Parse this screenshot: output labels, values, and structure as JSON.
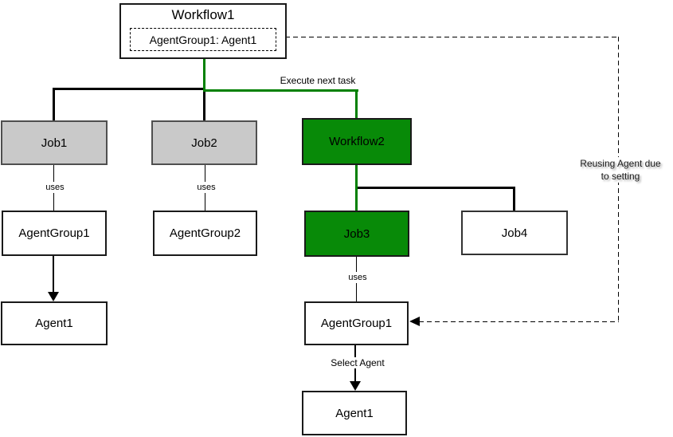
{
  "diagram": {
    "name": "workflow-agent-diagram"
  },
  "nodes": {
    "workflow1": {
      "label": "Workflow1"
    },
    "workflow1_agent": {
      "label": "AgentGroup1: Agent1"
    },
    "job1": {
      "label": "Job1"
    },
    "job2": {
      "label": "Job2"
    },
    "workflow2": {
      "label": "Workflow2"
    },
    "job3": {
      "label": "Job3"
    },
    "job4": {
      "label": "Job4"
    },
    "agentgroup1_left": {
      "label": "AgentGroup1"
    },
    "agentgroup2": {
      "label": "AgentGroup2"
    },
    "agent1_left": {
      "label": "Agent1"
    },
    "agentgroup1_mid": {
      "label": "AgentGroup1"
    },
    "agent1_mid": {
      "label": "Agent1"
    }
  },
  "edge_labels": {
    "execute_next_task": "Execute next task",
    "uses_job1": "uses",
    "uses_job2": "uses",
    "uses_job3": "uses",
    "select_agent": "Select Agent",
    "reusing_line1": "Reusing Agent due",
    "reusing_line2": "to setting"
  },
  "colors": {
    "highlight_fill": "#088a08",
    "highlight_line": "#008000",
    "job_fill": "#c9c9c9",
    "job_border": "#4f4f4f",
    "background": "#ffffff"
  }
}
